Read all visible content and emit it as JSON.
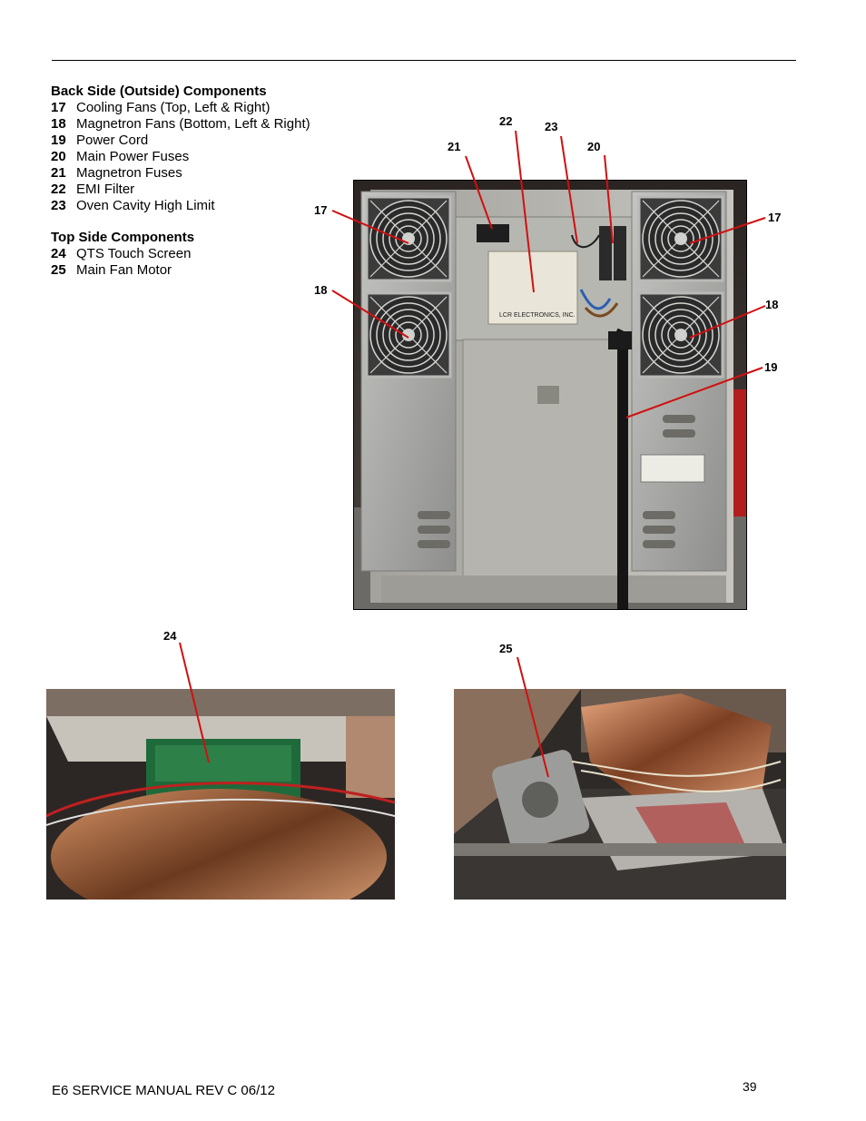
{
  "back_side": {
    "heading": "Back Side (Outside) Components",
    "items": [
      {
        "num": "17",
        "label": "Cooling Fans (Top, Left & Right)"
      },
      {
        "num": "18",
        "label": "Magnetron Fans (Bottom, Left & Right)"
      },
      {
        "num": "19",
        "label": "Power Cord"
      },
      {
        "num": "20",
        "label": "Main Power Fuses"
      },
      {
        "num": "21",
        "label": "Magnetron Fuses"
      },
      {
        "num": "22",
        "label": "EMI Filter"
      },
      {
        "num": "23",
        "label": "Oven Cavity High Limit"
      }
    ]
  },
  "top_side": {
    "heading": "Top Side Components",
    "items": [
      {
        "num": "24",
        "label": "QTS Touch Screen"
      },
      {
        "num": "25",
        "label": "Main Fan Motor"
      }
    ]
  },
  "callouts": {
    "c22": "22",
    "c23": "23",
    "c21": "21",
    "c20": "20",
    "c17_left": "17",
    "c17_right": "17",
    "c18_left": "18",
    "c18_right": "18",
    "c19": "19",
    "c24": "24",
    "c25": "25"
  },
  "photo_text": {
    "emi_brand": "LCR ELECTRONICS, INC."
  },
  "colors": {
    "leader_line": "#d01010",
    "panel_metal": "#a9aaa8",
    "copper_foil": "#b8734a"
  },
  "footer": {
    "manual": "E6 SERVICE MANUAL REV C 06/12",
    "page": "39"
  }
}
